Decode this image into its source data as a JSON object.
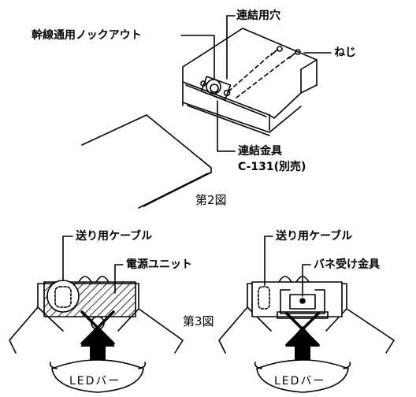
{
  "fig2": {
    "caption": "第2図",
    "label_knockout": "幹線通用ノックアウト",
    "label_hole": "連結用穴",
    "label_screw": "ねじ",
    "label_bracket": "連結金具",
    "label_bracket_part": "C-131(別売)"
  },
  "fig3": {
    "caption": "第3図",
    "left": {
      "label_cable": "送り用ケーブル",
      "label_unit": "電源ユニット",
      "label_bar": "LEDバー"
    },
    "right": {
      "label_cable": "送り用ケーブル",
      "label_spring": "バネ受け金具",
      "label_bar": "LEDバー"
    }
  }
}
